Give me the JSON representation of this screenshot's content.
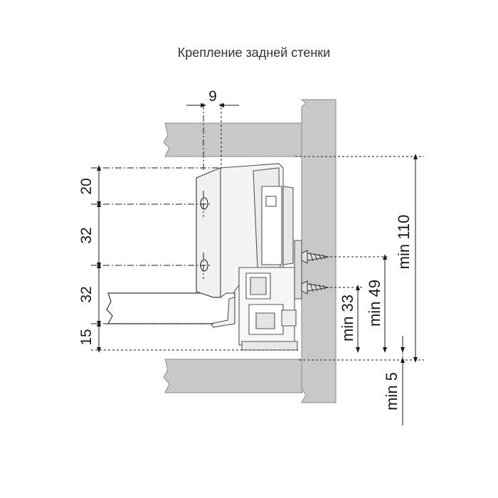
{
  "title": "Крепление задней стенки",
  "colors": {
    "panel_fill": "#c8c8c8",
    "panel_stroke": "#8a8a8a",
    "line": "#1a1a1a",
    "bracket_fill": "#f4f4f4",
    "bracket_stroke": "#555555"
  },
  "dimensions": {
    "top_offset": "9",
    "v1": "20",
    "v2": "32",
    "v3": "32",
    "v4": "15",
    "min110": "min 110",
    "min49": "min 49",
    "min33": "min 33",
    "min5": "min 5"
  }
}
